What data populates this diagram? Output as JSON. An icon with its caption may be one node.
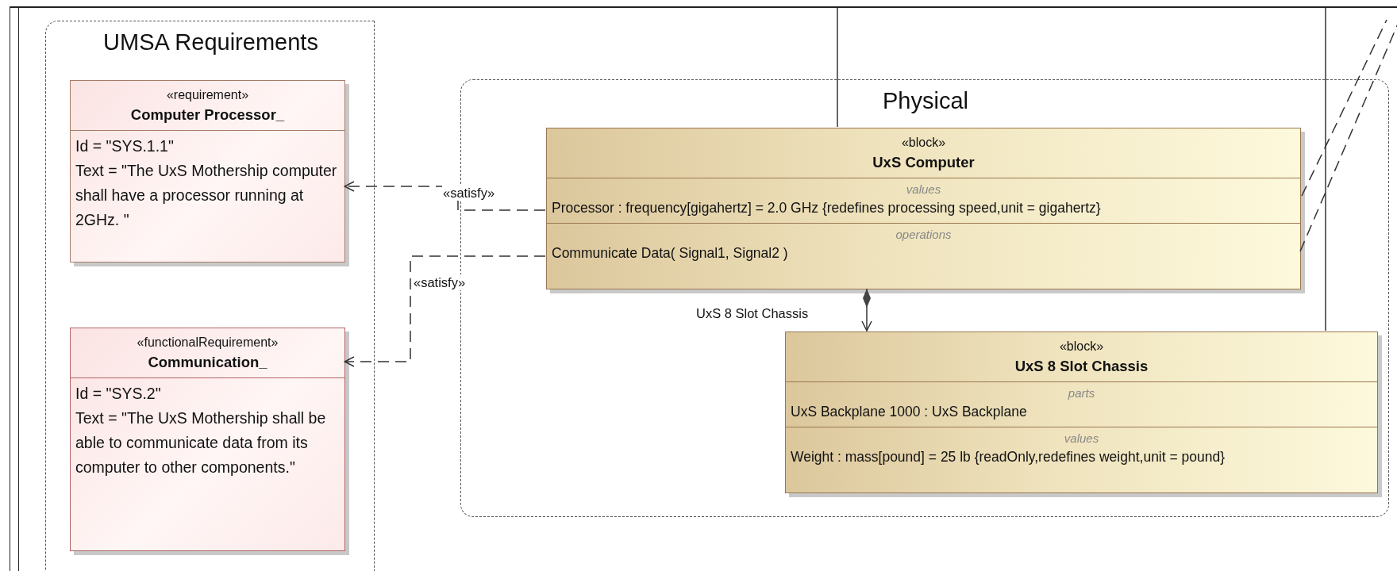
{
  "diagram": {
    "nodes": [
      {
        "text": [
          "UMSA Requirements"
        ]
      },
      {
        "text": [
          "«requirement»",
          "Computer Processor_",
          "Id = \"SYS.1.1\"",
          "Text = \"The UxS Mothership computer shall have a processor running at 2GHz. \""
        ],
        "in": 0
      },
      {
        "text": [
          "«functionalRequirement»",
          "Communication_",
          "Id = \"SYS.2\"",
          "Text = \"The UxS Mothership shall be able to communicate data from its computer to other components.\""
        ],
        "in": 0
      },
      {
        "text": [
          "Physical"
        ]
      },
      {
        "text": [
          "«block»",
          "UxS Computer",
          "values",
          "Processor : frequency[gigahertz] = 2.0 GHz {redefines processing speed,unit = gigahertz}",
          "operations",
          "Communicate Data( Signal1, Signal2 )"
        ],
        "in": 3
      },
      {
        "text": [
          "«block»",
          "UxS 8 Slot Chassis",
          "parts",
          "UxS Backplane 1000 : UxS Backplane",
          "values",
          "Weight : mass[pound] = 25 lb {readOnly,redefines weight,unit = pound}"
        ],
        "in": 3
      }
    ],
    "edges": [
      {
        "from": 4,
        "to": 1,
        "arrow": "to",
        "style": "dashed",
        "label": "«satisfy»"
      },
      {
        "from": 4,
        "to": 2,
        "arrow": "to",
        "style": "dashed",
        "label": "«satisfy»"
      },
      {
        "from": 4,
        "to": 5,
        "arrow": "to",
        "label": "UxS 8 Slot Chassis"
      },
      {
        "from": null,
        "to": 4,
        "arrow": "none"
      },
      {
        "from": null,
        "to": 5,
        "arrow": "none"
      },
      {
        "from": 4,
        "to": null,
        "arrow": "none",
        "style": "dashed"
      },
      {
        "from": 4,
        "to": null,
        "arrow": "none",
        "style": "dashed"
      }
    ]
  }
}
